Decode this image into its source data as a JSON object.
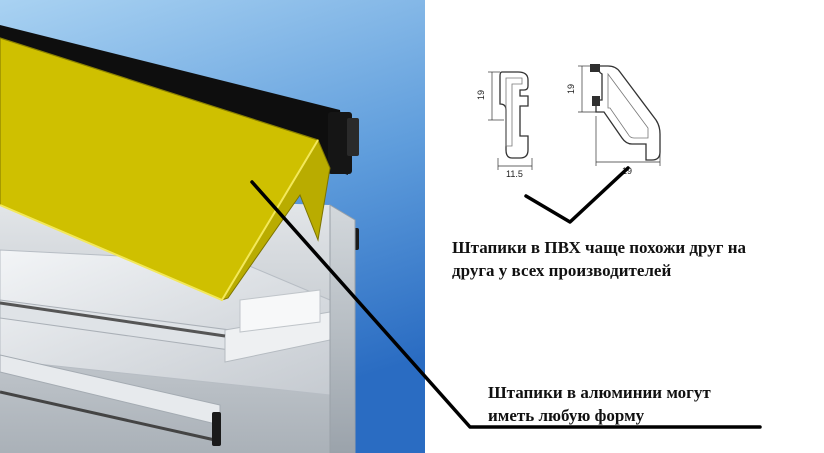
{
  "colors": {
    "sky_top": "#9fc9ee",
    "sky_bottom": "#2f73c7",
    "bead_yellow": "#cfc000",
    "gasket_black": "#111111",
    "frame_grey": "#c9ced4"
  },
  "profiles": {
    "pvc_bead_1": {
      "height_label": "19",
      "width_label": "11.5"
    },
    "pvc_bead_2": {
      "height_label": "19",
      "width_label": "19"
    }
  },
  "captions": {
    "pvc": {
      "line1": "Штапики в ПВХ чаще похожи друг на",
      "line2": "друга у всех производителей"
    },
    "aluminium": {
      "line1": "Штапики в алюминии могут",
      "line2": "иметь любую форму"
    }
  }
}
